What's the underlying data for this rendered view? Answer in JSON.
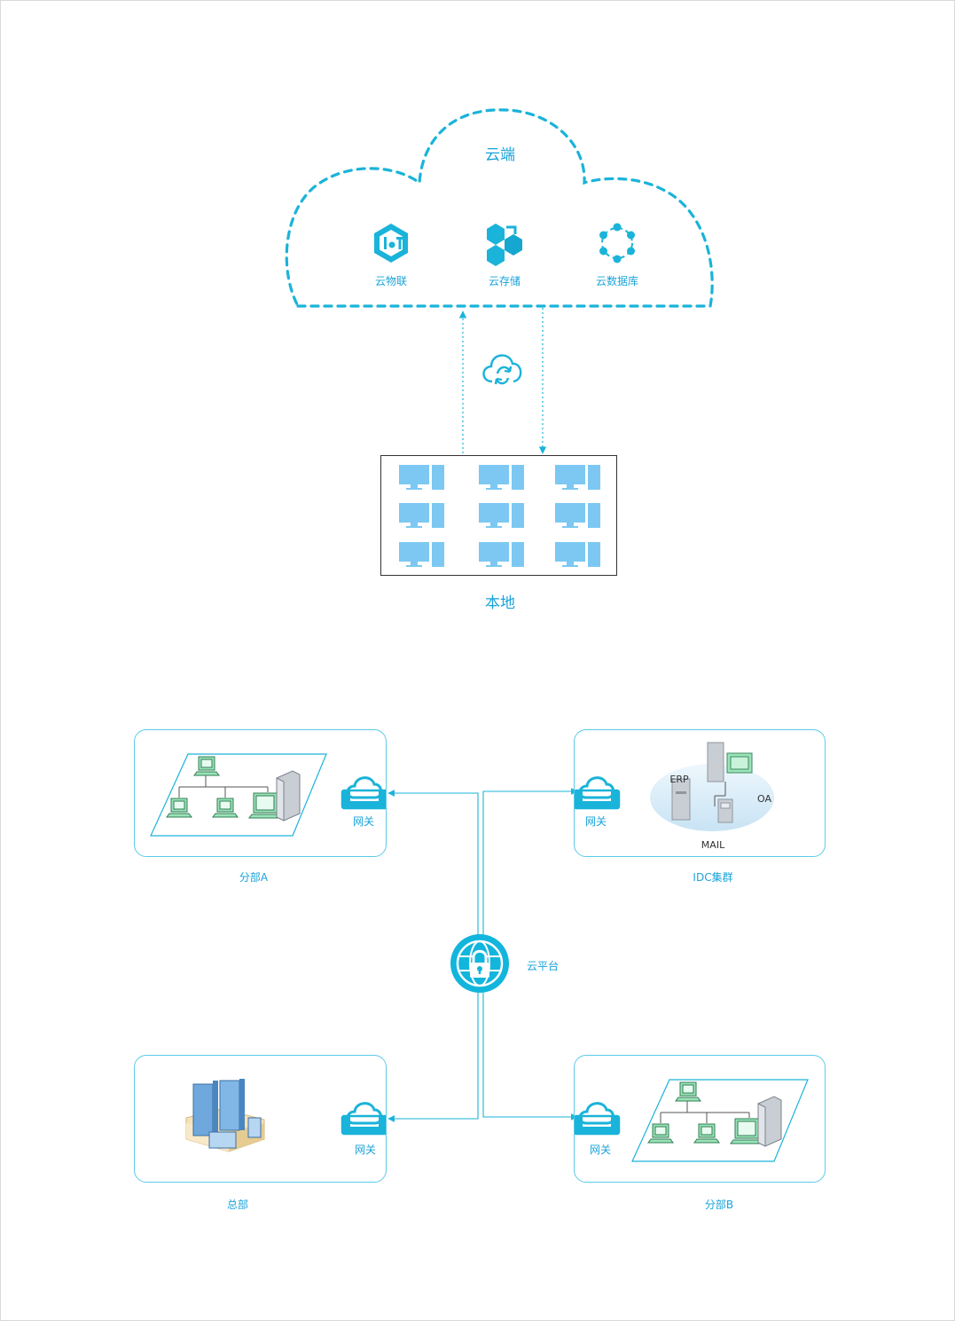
{
  "colors": {
    "accent": "#1ab3d9",
    "accent_dark": "#12a5c9",
    "monitor": "#7cc8f2",
    "pc_green": "#9be3b8",
    "server_gray": "#c9ced4"
  },
  "cloud": {
    "title": "云端",
    "services": [
      {
        "label": "云物联",
        "icon": "iot-icon"
      },
      {
        "label": "云存储",
        "icon": "storage-cubes-icon"
      },
      {
        "label": "云数据库",
        "icon": "database-network-icon"
      }
    ],
    "sync_icon": "cloud-sync-icon"
  },
  "local": {
    "label": "本地",
    "monitor_count": 9
  },
  "network": {
    "center_label": "云平台",
    "center_icon": "globe-lock-icon",
    "sites": [
      {
        "id": "branch-a",
        "label": "分部A",
        "gateway": "网关"
      },
      {
        "id": "idc",
        "label": "IDC集群",
        "gateway": "网关",
        "servers": [
          "ERP",
          "OA",
          "MAIL"
        ]
      },
      {
        "id": "hq",
        "label": "总部",
        "gateway": "网关"
      },
      {
        "id": "branch-b",
        "label": "分部B",
        "gateway": "网关"
      }
    ]
  }
}
